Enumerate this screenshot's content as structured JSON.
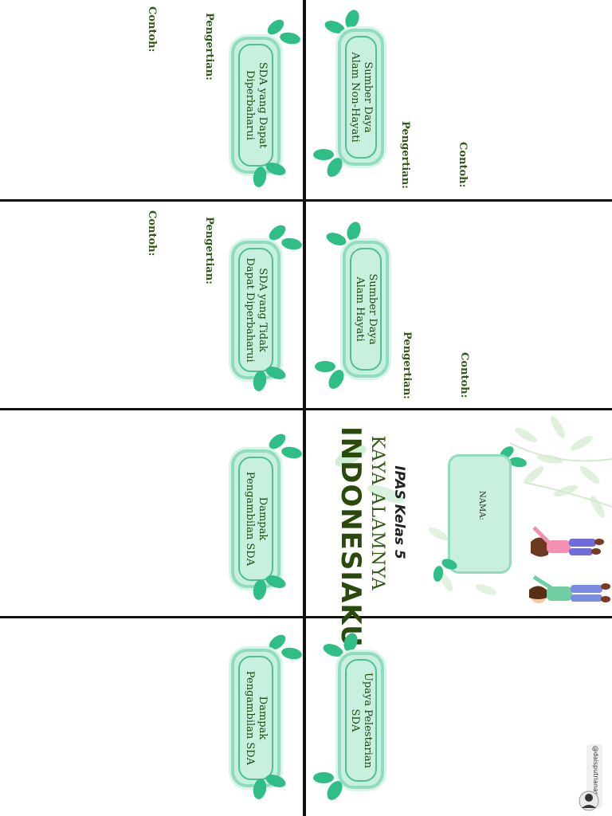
{
  "panels": {
    "sda_diperbaharui": {
      "title_line1": "SDA yang Dapat",
      "title_line2": "Diperbaharui",
      "pengertian": "Pengertian:",
      "contoh": "Contoh:"
    },
    "non_hayati": {
      "title_line1": "Sumber Daya",
      "title_line2": "Alam Non-Hayati",
      "pengertian": "Pengertian:",
      "contoh": "Contoh:"
    },
    "sda_tidak": {
      "title_line1": "SDA yang Tidak",
      "title_line2": "Dapat Diperbaharui",
      "pengertian": "Pengertian:",
      "contoh": "Contoh:"
    },
    "hayati": {
      "title_line1": "Sumber Daya",
      "title_line2": "Alam Hayati",
      "pengertian": "Pengertian:",
      "contoh": "Contoh:"
    },
    "dampak1": {
      "title_line1": "Dampak",
      "title_line2": "Pengambilan SDA"
    },
    "dampak2": {
      "title_line1": "Dampak",
      "title_line2": "Pengambilan SDA"
    },
    "upaya": {
      "title_line1": "Upaya Pelestarian",
      "title_line2": "SDA"
    }
  },
  "cover": {
    "title": "INDONESIAKU",
    "subtitle": "KAYA ALAMNYA",
    "class": "IPAS Kelas 5",
    "name_label": "NAMA:"
  },
  "credit": "@daisputrianasari",
  "colors": {
    "card_fill": "#c9f0df",
    "card_border": "#4fbf96",
    "leaf": "#2fbf86",
    "text_green": "#2d5a12"
  }
}
